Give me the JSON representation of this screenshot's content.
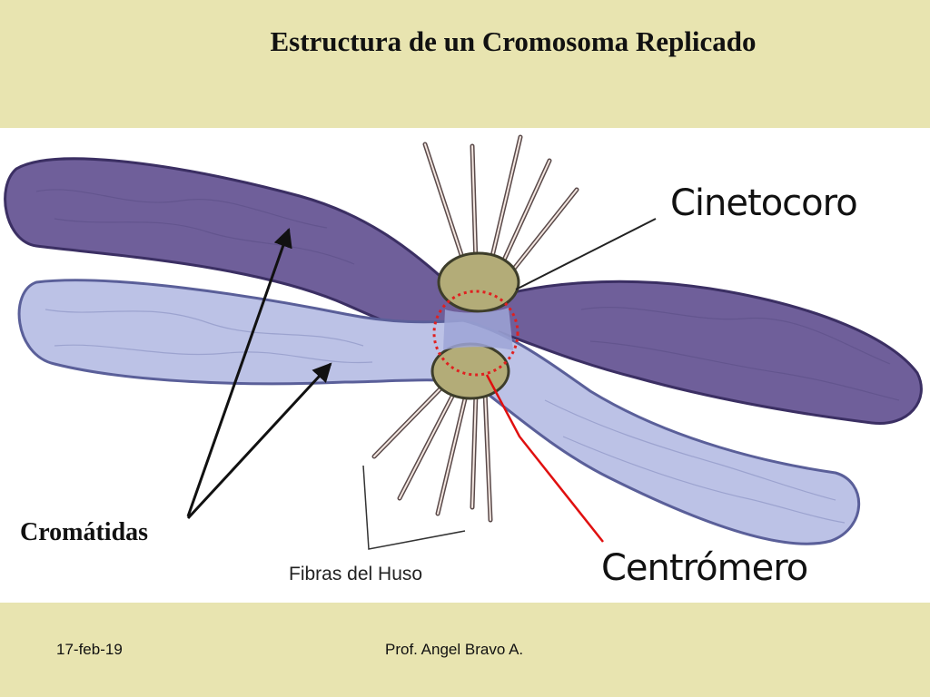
{
  "slide": {
    "title": "Estructura de un Cromosoma  Replicado"
  },
  "diagram": {
    "labels": {
      "cromatidas": "Cromátidas",
      "cinetocoro": "Cinetocoro",
      "centromero": "Centrómero",
      "fibras": "Fibras del Huso"
    },
    "colors": {
      "dark_chromatid": "#6f5f9a",
      "light_chromatid": "#bcc2e6",
      "kinetochore": "#b3ac78",
      "centromere_circle": "#e02020",
      "pointer_red": "#e01010",
      "background": "#e8e4b0"
    }
  },
  "footer": {
    "date": "17-feb-19",
    "author": "Prof.  Angel Bravo A."
  }
}
